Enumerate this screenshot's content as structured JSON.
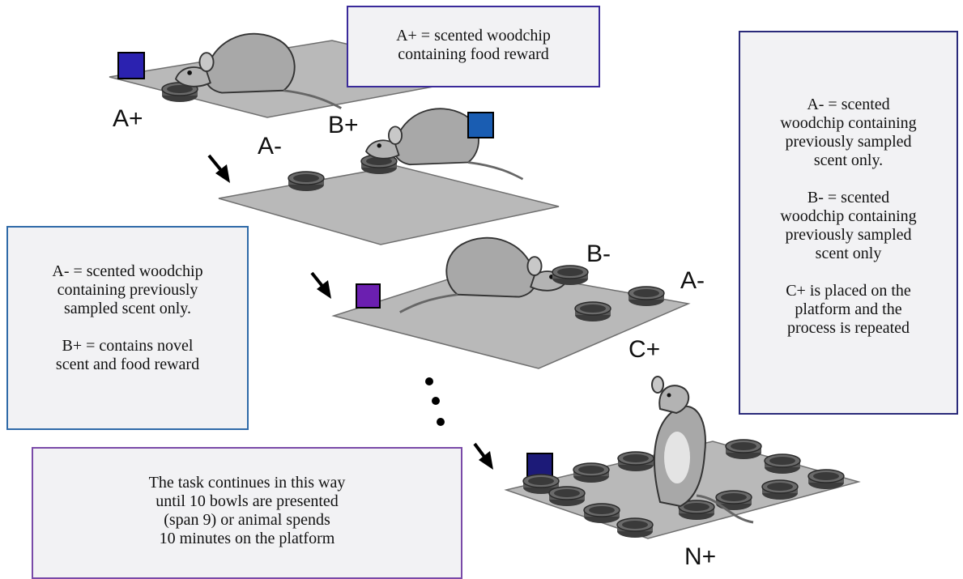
{
  "boxes": {
    "a_plus": "A+ = scented woodchip\ncontaining food reward",
    "right_a_minus": "A- = scented\nwoodchip containing\npreviously sampled\nscent only.",
    "right_b_minus": "B- = scented\nwoodchip containing\npreviously sampled\nscent only",
    "right_c_plus": "C+ is placed on the\nplatform and the\nprocess is repeated",
    "left_a_minus": "A- = scented woodchip\ncontaining previously\nsampled scent only.",
    "left_b_plus": "B+ = contains novel\nscent and food reward",
    "bottom": "The task continues in this way\nuntil 10 bowls are presented\n(span 9) or animal spends\n10 minutes on the platform"
  },
  "labels": {
    "stage1_a_plus": "A+",
    "stage2_a_minus": "A-",
    "stage2_b_plus": "B+",
    "stage3_b_minus": "B-",
    "stage3_a_minus": "A-",
    "stage3_c_plus": "C+",
    "stage4_n_plus": "N+"
  },
  "colors": {
    "platform": "#b9b9b9",
    "platform_edge": "#6f6f6f",
    "bowl": "#5a5a5a",
    "cue_stage1": "#2b22b0",
    "cue_stage2": "#1a5db2",
    "cue_stage3": "#6b1fb0",
    "cue_stage4": "#1c1a78",
    "border_a_plus": "#3a2a9a",
    "border_right": "#2a2a7a",
    "border_left": "#2f6aa8",
    "border_bottom": "#7a4aa8"
  }
}
